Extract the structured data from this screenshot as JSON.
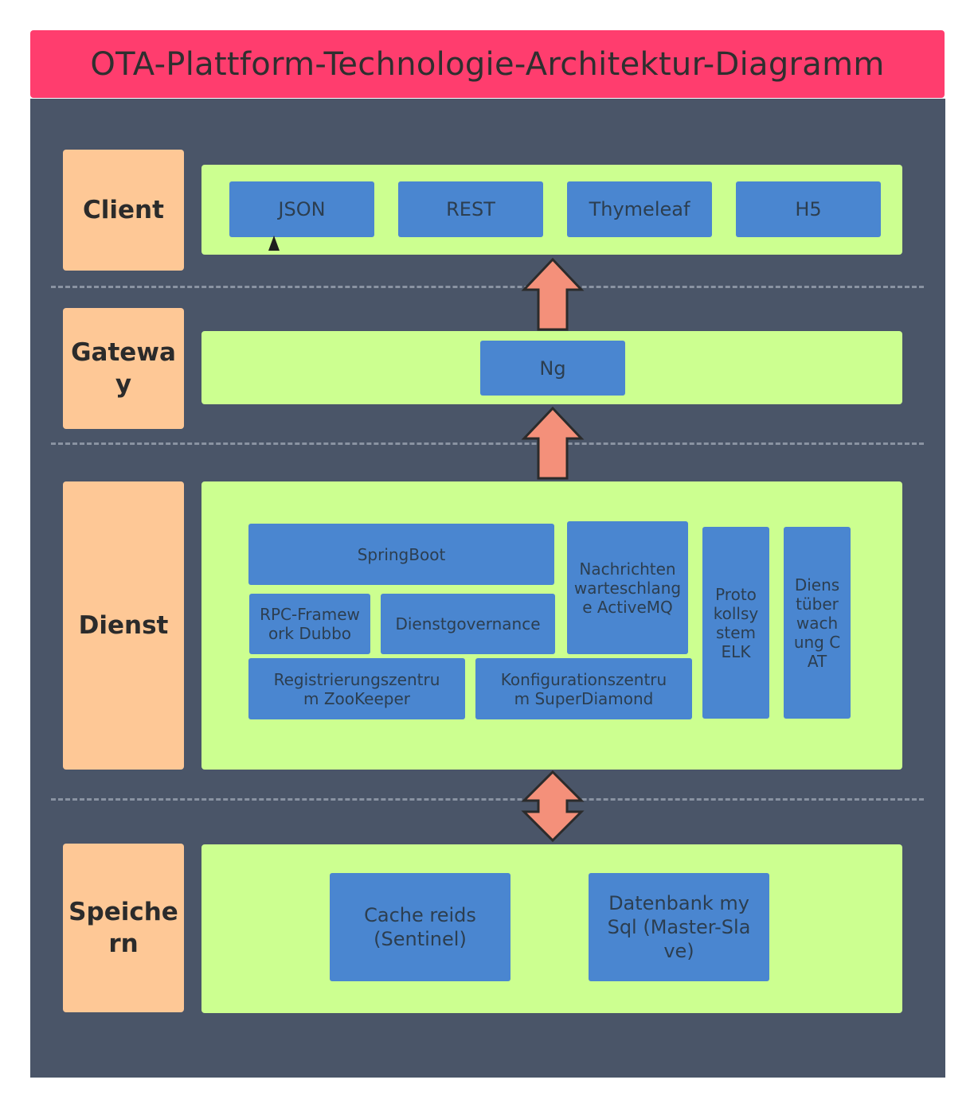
{
  "title": "OTA-Plattform-Technologie-Architektur-Diagramm",
  "layers": {
    "client": {
      "label": "Client",
      "items": [
        "JSON",
        "REST",
        "Thymeleaf",
        "H5"
      ]
    },
    "gateway": {
      "label": "Gateway",
      "items": [
        "Ng"
      ]
    },
    "service": {
      "label": "Dienst",
      "springboot": "SpringBoot",
      "rpc": "RPC-Framework Dubbo",
      "governance": "Dienstgovernance",
      "mq": "Nachrichtenwarteschlange ActiveMQ",
      "logging": "Protokollsystem ELK",
      "monitoring": "Dienstüberwachung CAT",
      "registry": "Registrierungszentrum ZooKeeper",
      "config": "Konfigurationszentrum SuperDiamond"
    },
    "storage": {
      "label": "Speichern",
      "cache": "Cache reids (Sentinel)",
      "database": "Datenbank mySql (Master-Slave)"
    }
  },
  "colors": {
    "title_bg": "#ff3d6e",
    "panel_bg": "#4a5568",
    "label_bg": "#fec896",
    "zone_bg": "#ccff90",
    "box_bg": "#4a86d0",
    "arrow_fill": "#f4907a"
  }
}
